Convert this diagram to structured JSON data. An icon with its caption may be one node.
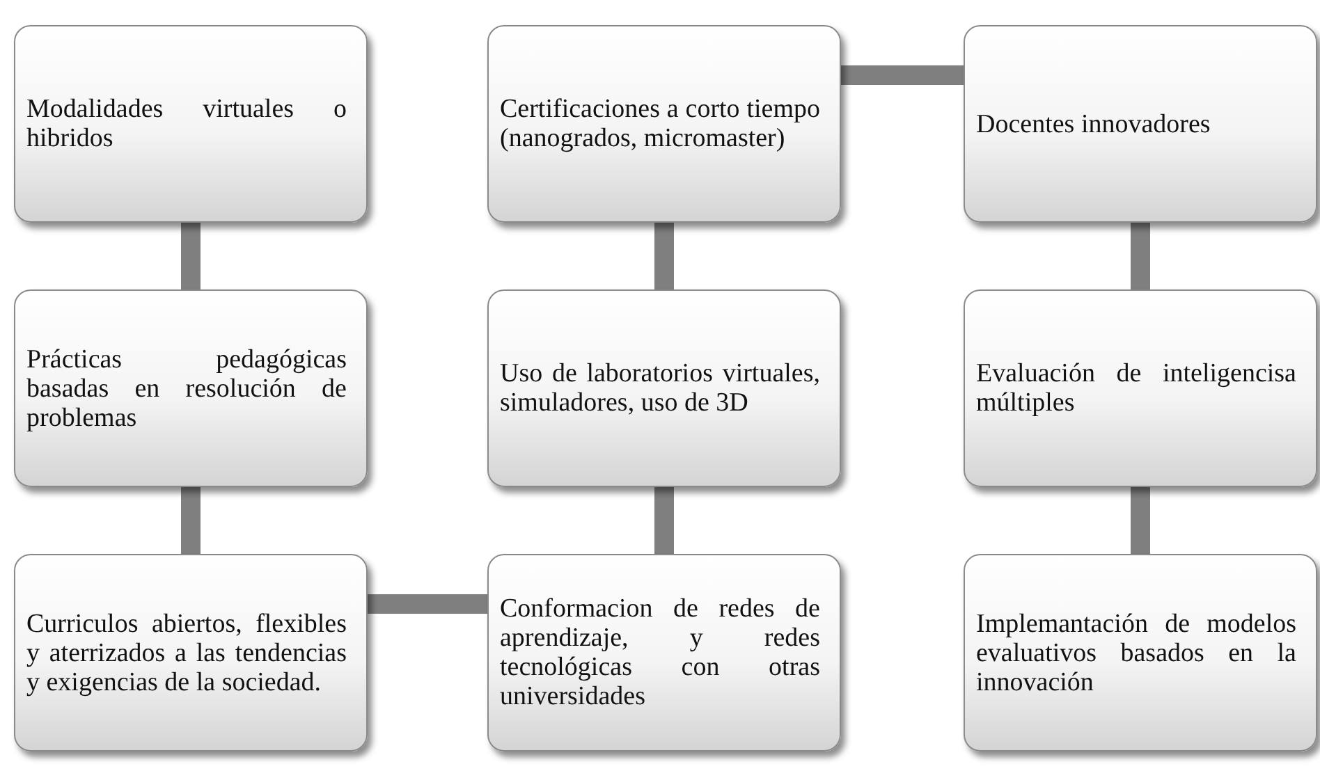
{
  "diagram": {
    "nodes": [
      {
        "text": [
          "Modalidades virtuales o hibridos"
        ]
      },
      {
        "text": [
          "Certificaciones a corto tiempo (nanogrados, micromaster)"
        ]
      },
      {
        "text": [
          "Docentes innovadores"
        ]
      },
      {
        "text": [
          "Prácticas pedagógicas basadas en resolución de problemas"
        ]
      },
      {
        "text": [
          "Uso de laboratorios virtuales, simuladores, uso de 3D"
        ]
      },
      {
        "text": [
          "Evaluación de inteligencisa múltiples"
        ]
      },
      {
        "text": [
          "Curriculos abiertos, flexibles y aterrizados a las tendencias y exigencias de la sociedad."
        ]
      },
      {
        "text": [
          "Conformacion de redes de aprendizaje, y redes tecnológicas con otras universidades"
        ]
      },
      {
        "text": [
          "Implemantación de modelos evaluativos basados en la innovación"
        ]
      }
    ],
    "edges": [
      {
        "from": 0,
        "to": 3,
        "arrow": "none"
      },
      {
        "from": 3,
        "to": 6,
        "arrow": "none"
      },
      {
        "from": 6,
        "to": 7,
        "arrow": "none"
      },
      {
        "from": 7,
        "to": 4,
        "arrow": "none"
      },
      {
        "from": 4,
        "to": 1,
        "arrow": "none"
      },
      {
        "from": 1,
        "to": 2,
        "arrow": "none"
      },
      {
        "from": 2,
        "to": 5,
        "arrow": "none"
      },
      {
        "from": 5,
        "to": 8,
        "arrow": "none"
      }
    ]
  }
}
